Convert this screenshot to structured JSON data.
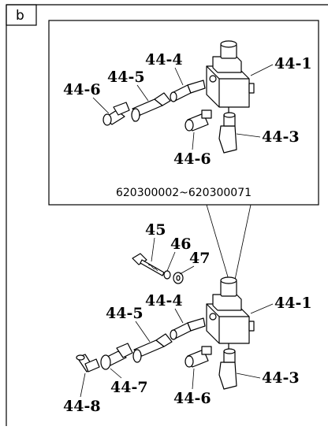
{
  "panel": {
    "corner_label": "b",
    "serial_range": "620300002~620300071"
  },
  "detail": {
    "labels": {
      "p44_4": "44-4",
      "p44_5": "44-5",
      "p44_6_left": "44-6",
      "p44_1": "44-1",
      "p44_3": "44-3",
      "p44_6_bottom": "44-6"
    }
  },
  "assembly": {
    "labels": {
      "p45": "45",
      "p46": "46",
      "p47": "47",
      "p44_4": "44-4",
      "p44_5": "44-5",
      "p44_1": "44-1",
      "p44_3": "44-3",
      "p44_6": "44-6",
      "p44_7": "44-7",
      "p44_8": "44-8"
    }
  }
}
